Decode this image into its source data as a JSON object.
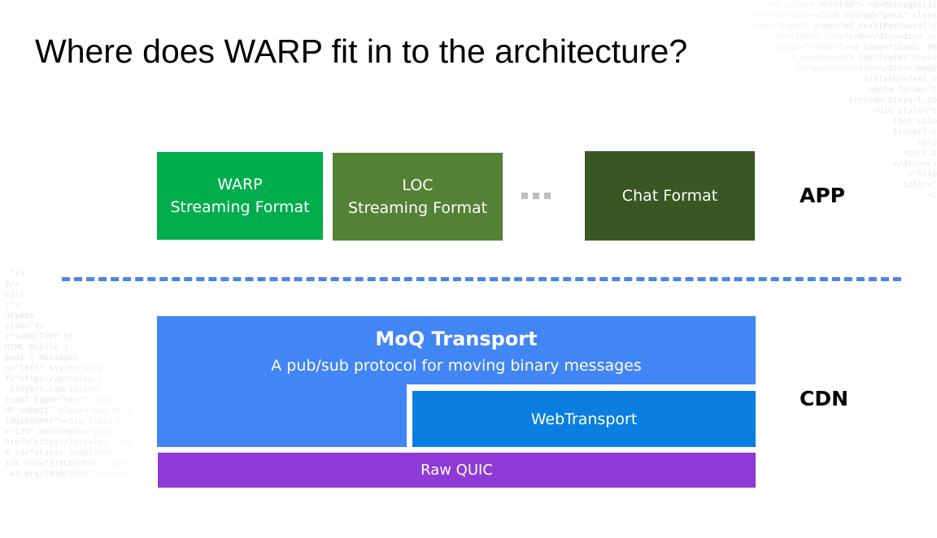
{
  "slide": {
    "title": "Where does WARP fit in to the architecture?"
  },
  "app_layer": {
    "label": "APP",
    "formats": [
      {
        "line1": "WARP",
        "line2": "Streaming Format"
      },
      {
        "line1": "LOC",
        "line2": "Streaming Format"
      },
      {
        "line1": "Chat Format"
      }
    ]
  },
  "cdn_layer": {
    "label": "CDN",
    "moq_transport": {
      "title": "MoQ Transport",
      "subtitle": "A pub/sub protocol for moving binary messages"
    },
    "webtransport": "WebTransport",
    "raw_quic": "Raw QUIC"
  },
  "colors": {
    "warp": "#00ad4c",
    "loc": "#538135",
    "chat": "#385723",
    "moq": "#4285f4",
    "webtransport": "#0a7fe0",
    "raw_quic": "#8e3ad6",
    "divider": "#4a86e8"
  }
}
